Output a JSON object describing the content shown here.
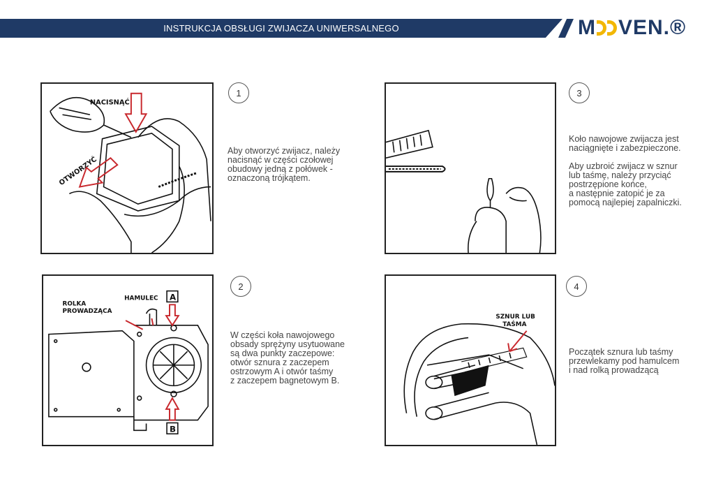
{
  "header": {
    "title": "INSTRUKCJA OBSŁUGI ZWIJACZA UNIWERSALNEGO",
    "logo_left": "M",
    "logo_right": "VEN.®",
    "brand_color": "#1f3a66",
    "accent_color": "#f2b705"
  },
  "steps": [
    {
      "number": "1",
      "labels": [
        "NACISNĄĆ",
        "OTWORZYĆ"
      ],
      "paragraphs": [
        "Aby otworzyć zwijacz, należy\nnacisnąć w części czołowej\nobudowy jedną z połówek -\noznaczoną trójkątem."
      ]
    },
    {
      "number": "2",
      "labels": [
        "ROLKA\nPROWADZĄCA",
        "HAMULEC",
        "A",
        "B"
      ],
      "paragraphs": [
        "W części koła nawojowego\nobsady sprężyny usytuowane\nsą dwa punkty zaczepowe:\notwór sznura z zaczepem\nostrzowym A i otwór taśmy\nz zaczepem bagnetowym B."
      ]
    },
    {
      "number": "3",
      "labels": [],
      "paragraphs": [
        "Koło nawojowe zwijacza jest\nnaciągnięte i zabezpieczone.",
        "Aby uzbroić zwijacz w sznur\nlub taśmę, należy przyciąć\npostrzępione końce,\na następnie zatopić je za\npomocą najlepiej zapalniczki."
      ]
    },
    {
      "number": "4",
      "labels": [
        "SZNUR LUB\nTAŚMA"
      ],
      "paragraphs": [
        "Początek sznura lub taśmy\nprzewlekamy pod hamulcem\ni nad rolką prowadzącą"
      ]
    }
  ],
  "arrow_color": "#c8282d"
}
